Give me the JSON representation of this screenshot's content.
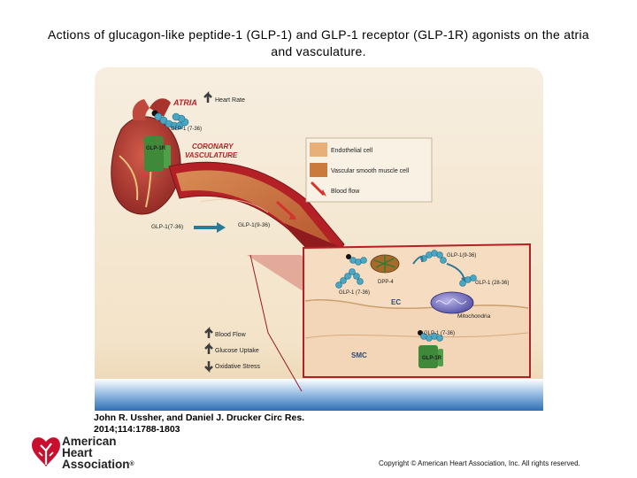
{
  "title_line1": "Actions of glucagon-like peptide-1 (GLP-1) and GLP-1 receptor (GLP-1R) agonists on the atria",
  "title_line2": "and vasculature.",
  "diagram": {
    "atria": "ATRIA",
    "heart_rate": "Heart Rate",
    "glp1_7_36_top": "GLP-1 (7-36)",
    "glp1r_heart": "GLP-1R",
    "coronary_line1": "CORONARY",
    "coronary_line2": "VASCULATURE",
    "legend": [
      "Endothelial cell",
      "Vascular smooth muscle cell",
      "Blood flow"
    ],
    "glp1_7_36_left": "GLP-1(7-36)",
    "glp1_9_36_vessel": "GLP-1(9-36)",
    "glp1_9_36_right": "GLP-1(9-36)",
    "dpp4": "DPP-4",
    "glp1_28_36": "GLP-1 (28-36)",
    "glp1_7_36_ec": "GLP-1 (7-36)",
    "ec": "EC",
    "mitochondria": "Mitochondria",
    "glp1_7_36_smc": "GLP-1 (7-36)",
    "glp1r_smc": "GLP-1R",
    "smc": "SMC",
    "effects": [
      {
        "direction": "up",
        "label": "Blood Flow"
      },
      {
        "direction": "up",
        "label": "Glucose Uptake"
      },
      {
        "direction": "down",
        "label": "Oxidative Stress"
      }
    ]
  },
  "citation_line1": "John R. Ussher, and Daniel J. Drucker Circ Res.",
  "citation_line2": "2014;114:1788-1803",
  "logo": {
    "line1": "American",
    "line2": "Heart",
    "line3": "Association",
    "mark": "®"
  },
  "copyright": "Copyright © American Heart Association, Inc. All rights reserved.",
  "colors": {
    "vessel_red": "#b32025",
    "lumen": "#c8683e",
    "receptor_green": "#3f8a3a",
    "peptide_blue": "#4aa6c2",
    "panel_bg": "#f4e6cf",
    "floor_blue": "#3d7cc0"
  }
}
